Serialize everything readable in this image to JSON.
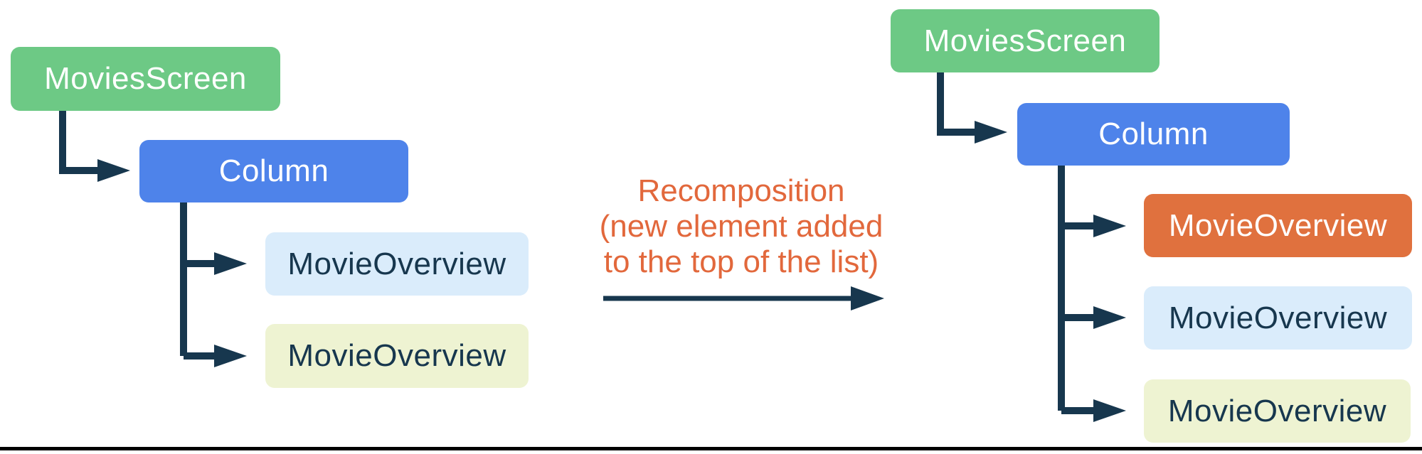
{
  "colors": {
    "root_node": "#6DC985",
    "column_node": "#4E83EA",
    "new_item_node": "#E0713E",
    "existing_item_node_blue": "#DAECFB",
    "existing_item_node_yellow": "#EEF3D2",
    "connector": "#17374E",
    "annotation_text": "#E2683C",
    "dark_label_text": "#17374E",
    "light_label_text": "#FFFFFF",
    "bottom_border": "#000000"
  },
  "left_tree": {
    "root": {
      "label": "MoviesScreen",
      "color": "#6DC985"
    },
    "column": {
      "label": "Column",
      "color": "#4E83EA"
    },
    "children": [
      {
        "label": "MovieOverview",
        "color": "#DAECFB"
      },
      {
        "label": "MovieOverview",
        "color": "#EEF3D2"
      }
    ]
  },
  "annotation": {
    "lines": [
      "Recomposition",
      "(new element added",
      "to the top of the list)"
    ]
  },
  "right_tree": {
    "root": {
      "label": "MoviesScreen",
      "color": "#6DC985"
    },
    "column": {
      "label": "Column",
      "color": "#4E83EA"
    },
    "children": [
      {
        "label": "MovieOverview",
        "color": "#E0713E"
      },
      {
        "label": "MovieOverview",
        "color": "#DAECFB"
      },
      {
        "label": "MovieOverview",
        "color": "#EEF3D2"
      }
    ]
  }
}
